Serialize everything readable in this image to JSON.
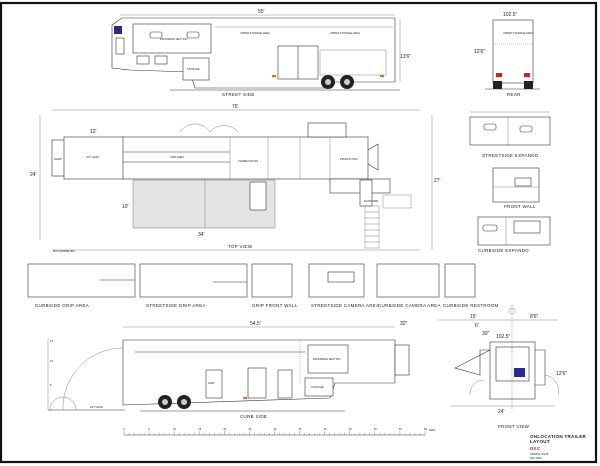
{
  "street_side": {
    "title": "STREET SIDE",
    "length": "55'",
    "height": "13'6\"",
    "labels": [
      "EXPANDING SECTION",
      "STORAGE",
      "UPPER STORAGE AREA",
      "UPPER STORAGE AREA"
    ]
  },
  "rear": {
    "title": "REAR",
    "width": "102.5\"",
    "height": "12'6\"",
    "labels": [
      "UPPER STORAGE AREA"
    ]
  },
  "top_view": {
    "title": "TOP VIEW",
    "perimeter": "MAX PERIMETER",
    "length": "75'",
    "width_left": "24'",
    "width_right": "27'",
    "gate_len": "12'",
    "awning_depth": "10'",
    "awning_len": "34'",
    "rooms": {
      "ramp": "RAMP",
      "lift_gate": "LIFT GATE",
      "grip": "GRIP AREA",
      "camera": "CAMERA ROOM",
      "production": "PRODUCTION",
      "platform": "PLATFORM"
    }
  },
  "streetside_expando": {
    "title": "STREETSIDE EXPANDO"
  },
  "front_wall": {
    "title": "FRONT WALL"
  },
  "curbside_expando": {
    "title": "CURBSIDE EXPANDO"
  },
  "elevations": [
    "CURBSIDE GRIP AREA",
    "STREETSIDE GRIP AREA",
    "GRIP FRONT WALL",
    "STREETSIDE CAMERA AREA",
    "CURBSIDE CAMERA AREA",
    "CURBSIDE RESTROOM"
  ],
  "curb_side": {
    "title": "CURB SIDE",
    "length": "54.5'",
    "overhang": "32\"",
    "lift_gate": "LIFT GATE",
    "scale_ticks": [
      "14",
      "10",
      "5"
    ],
    "labels": [
      "EXPANDING SECTION",
      "STORAGE",
      "GRIP"
    ]
  },
  "scale_bar": {
    "ticks": [
      "0",
      "5",
      "10",
      "15",
      "20",
      "25",
      "30",
      "35",
      "40",
      "45",
      "50",
      "55",
      "60"
    ],
    "unit": "FEET"
  },
  "front_view": {
    "title": "FRONT VIEW",
    "dims": {
      "left": "15'",
      "right": "8'6\"",
      "width": "102.5\"",
      "door": "6'",
      "step": "30\"",
      "height": "12'6\"",
      "overall": "24'"
    }
  },
  "title_block": {
    "title": "ONLOCATION TRAILER",
    "subtitle": "LAYOUT",
    "logo": "DSC",
    "drawn": "DRAWN: 3/4/25",
    "rev": "DAC REV:"
  },
  "colors": {
    "accent_red": "#d42020",
    "solar_blue": "#2a2a8a",
    "marker_orange": "#e07020"
  }
}
